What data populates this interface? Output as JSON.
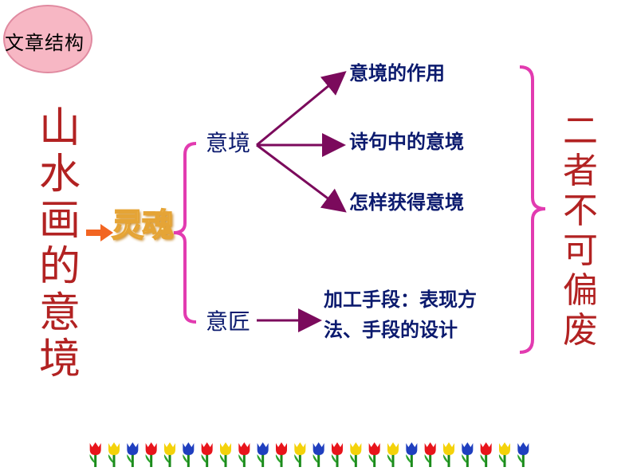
{
  "badge": {
    "text": "文章结构",
    "color": "#f7b7c4"
  },
  "left_title": [
    "山",
    "水",
    "画",
    "的",
    "意",
    "境"
  ],
  "soul_label": "灵魂",
  "branches": {
    "yijing": "意境",
    "yijiang": "意匠"
  },
  "yijing_children": [
    "意境的作用",
    "诗句中的意境",
    "怎样获得意境"
  ],
  "yijiang_child": [
    "加工手段：表现方",
    "法、手段的设计"
  ],
  "conclusion": [
    "二",
    "者",
    "不",
    "可",
    "偏",
    "废"
  ],
  "colors": {
    "title_red": "#b22222",
    "node_blue": "#0b1a6e",
    "arrow_purple": "#7b0a5c",
    "brace_magenta": "#e23bb0",
    "arrow_orange": "#f26522"
  },
  "flower_row": {
    "count": 24,
    "palette": [
      "red",
      "yellow",
      "blue"
    ]
  }
}
